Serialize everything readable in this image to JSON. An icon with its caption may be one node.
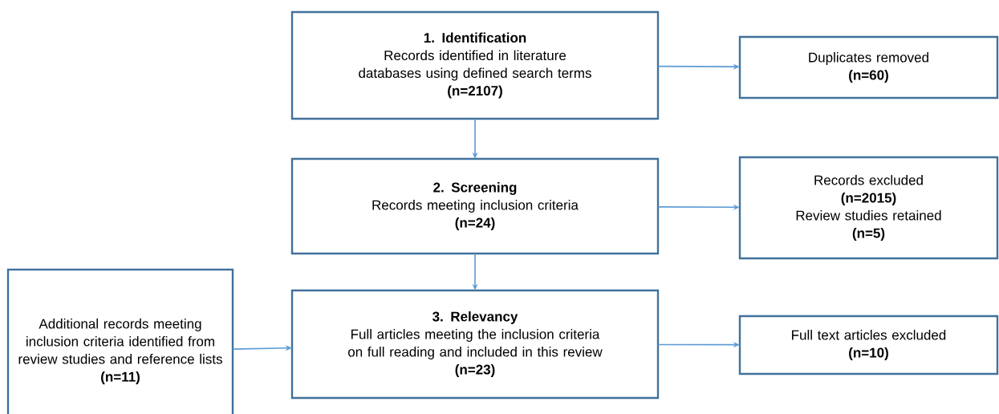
{
  "diagram": {
    "nodes": [
      {
        "text": [
          "1. Identification",
          "Records identified in literature databases using defined search terms",
          "(n=2107)"
        ]
      },
      {
        "text": [
          "Duplicates removed",
          "(n=60)"
        ]
      },
      {
        "text": [
          "2. Screening",
          "Records meeting inclusion criteria",
          "(n=24)"
        ]
      },
      {
        "text": [
          "Records excluded",
          "(n=2015)",
          "Review studies retained",
          "(n=5)"
        ]
      },
      {
        "text": [
          "Additional records meeting inclusion criteria identified from review studies and reference lists",
          "(n=11)"
        ]
      },
      {
        "text": [
          "3. Relevancy",
          "Full articles meeting the inclusion criteria on full reading and included in this review",
          "(n=23)"
        ]
      },
      {
        "text": [
          "Full text articles excluded",
          "(n=10)"
        ]
      }
    ],
    "edges": [
      {
        "from": 0,
        "to": 1,
        "arrow": "to"
      },
      {
        "from": 0,
        "to": 2,
        "arrow": "to"
      },
      {
        "from": 2,
        "to": 3,
        "arrow": "to"
      },
      {
        "from": 2,
        "to": 5,
        "arrow": "to"
      },
      {
        "from": 4,
        "to": 5,
        "arrow": "to"
      },
      {
        "from": 5,
        "to": 6,
        "arrow": "to"
      }
    ]
  }
}
